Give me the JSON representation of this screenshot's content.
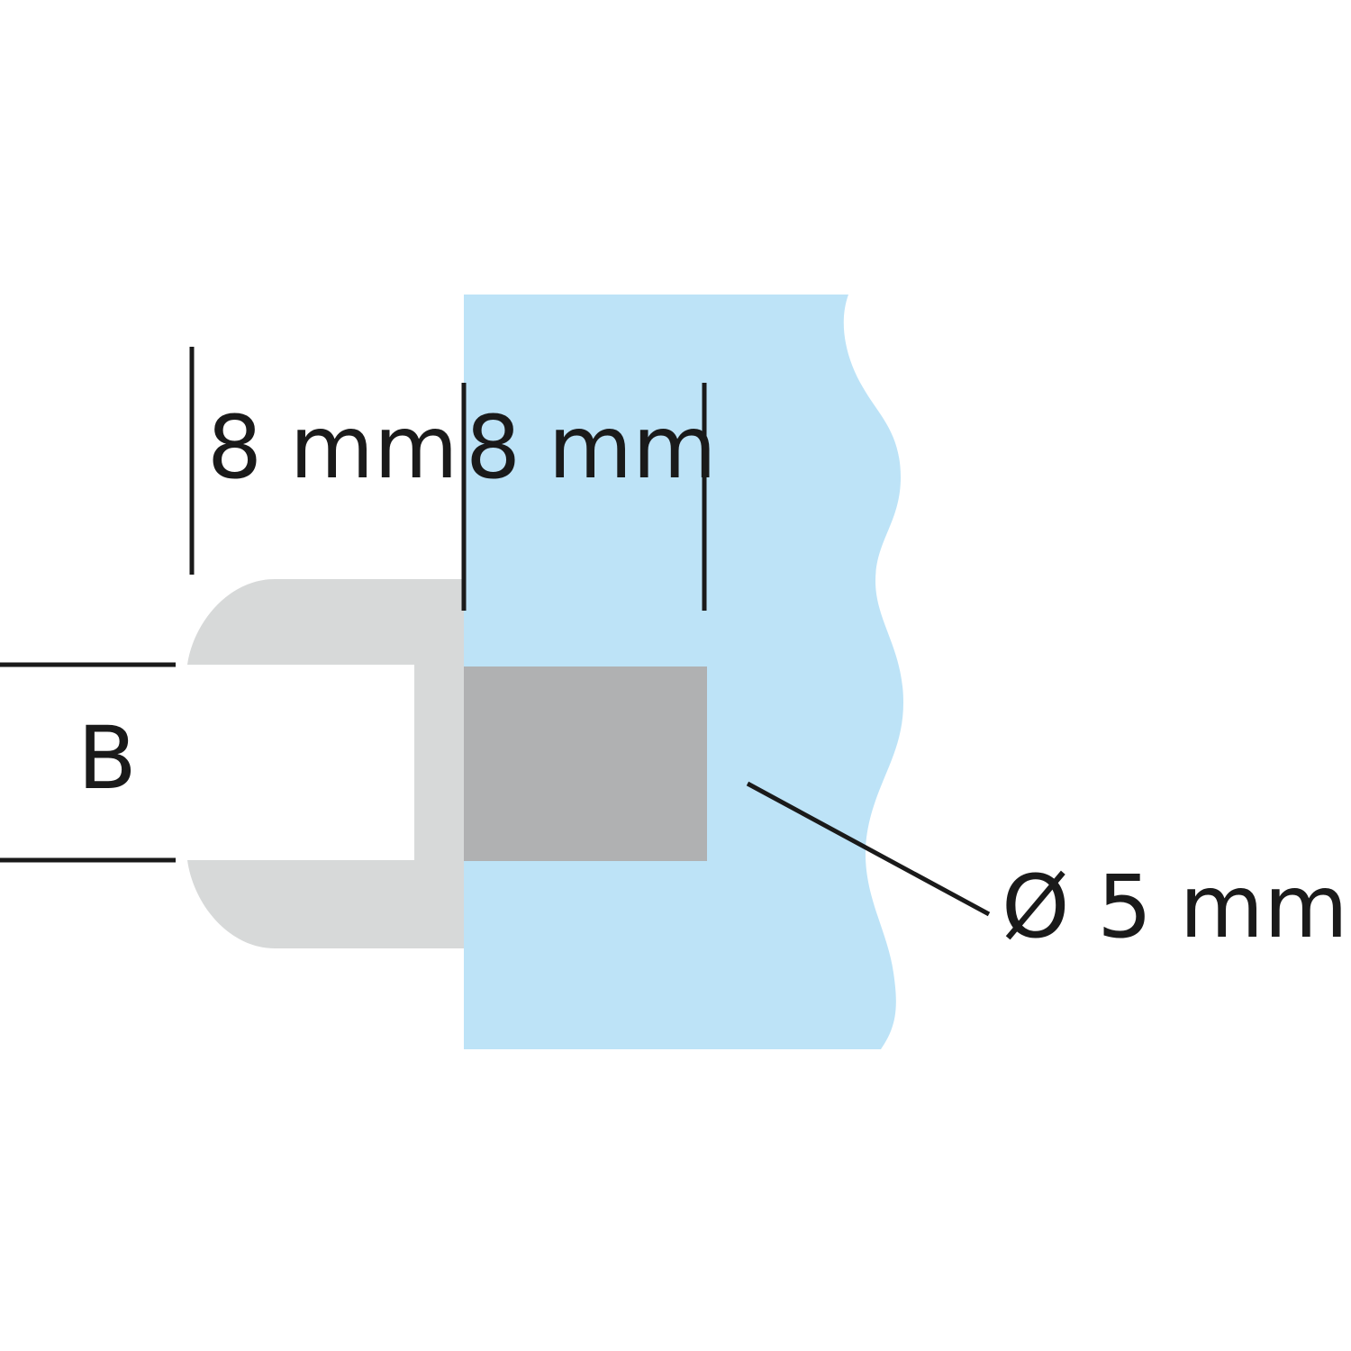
{
  "labels": {
    "dim_left": "8 mm",
    "dim_right": "8 mm",
    "b": "B",
    "diameter": "Ø 5 mm"
  },
  "colors": {
    "glass": "#bde3f7",
    "cap": "#d7d9d9",
    "pin": "#b0b1b2",
    "line": "#1a1a1a",
    "background": "#ffffff"
  }
}
